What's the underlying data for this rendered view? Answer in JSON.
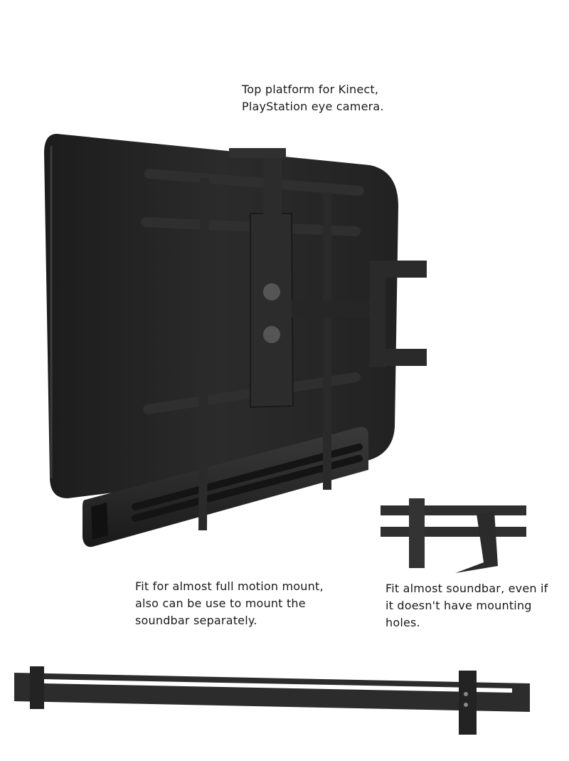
{
  "captions": {
    "top": [
      "Top platform for Kinect,",
      "PlayStation eye camera."
    ],
    "left": [
      "Fit for almost full motion mount,",
      "also can be use to mount the",
      "soundbar separately."
    ],
    "right": [
      "Fit almost soundbar, even if",
      "it doesn't have mounting",
      "holes."
    ]
  },
  "colors": {
    "background": "#ffffff",
    "tv_body": "#262626",
    "metal": "#2f2f2f",
    "caption_text": "#1a1a1a"
  }
}
